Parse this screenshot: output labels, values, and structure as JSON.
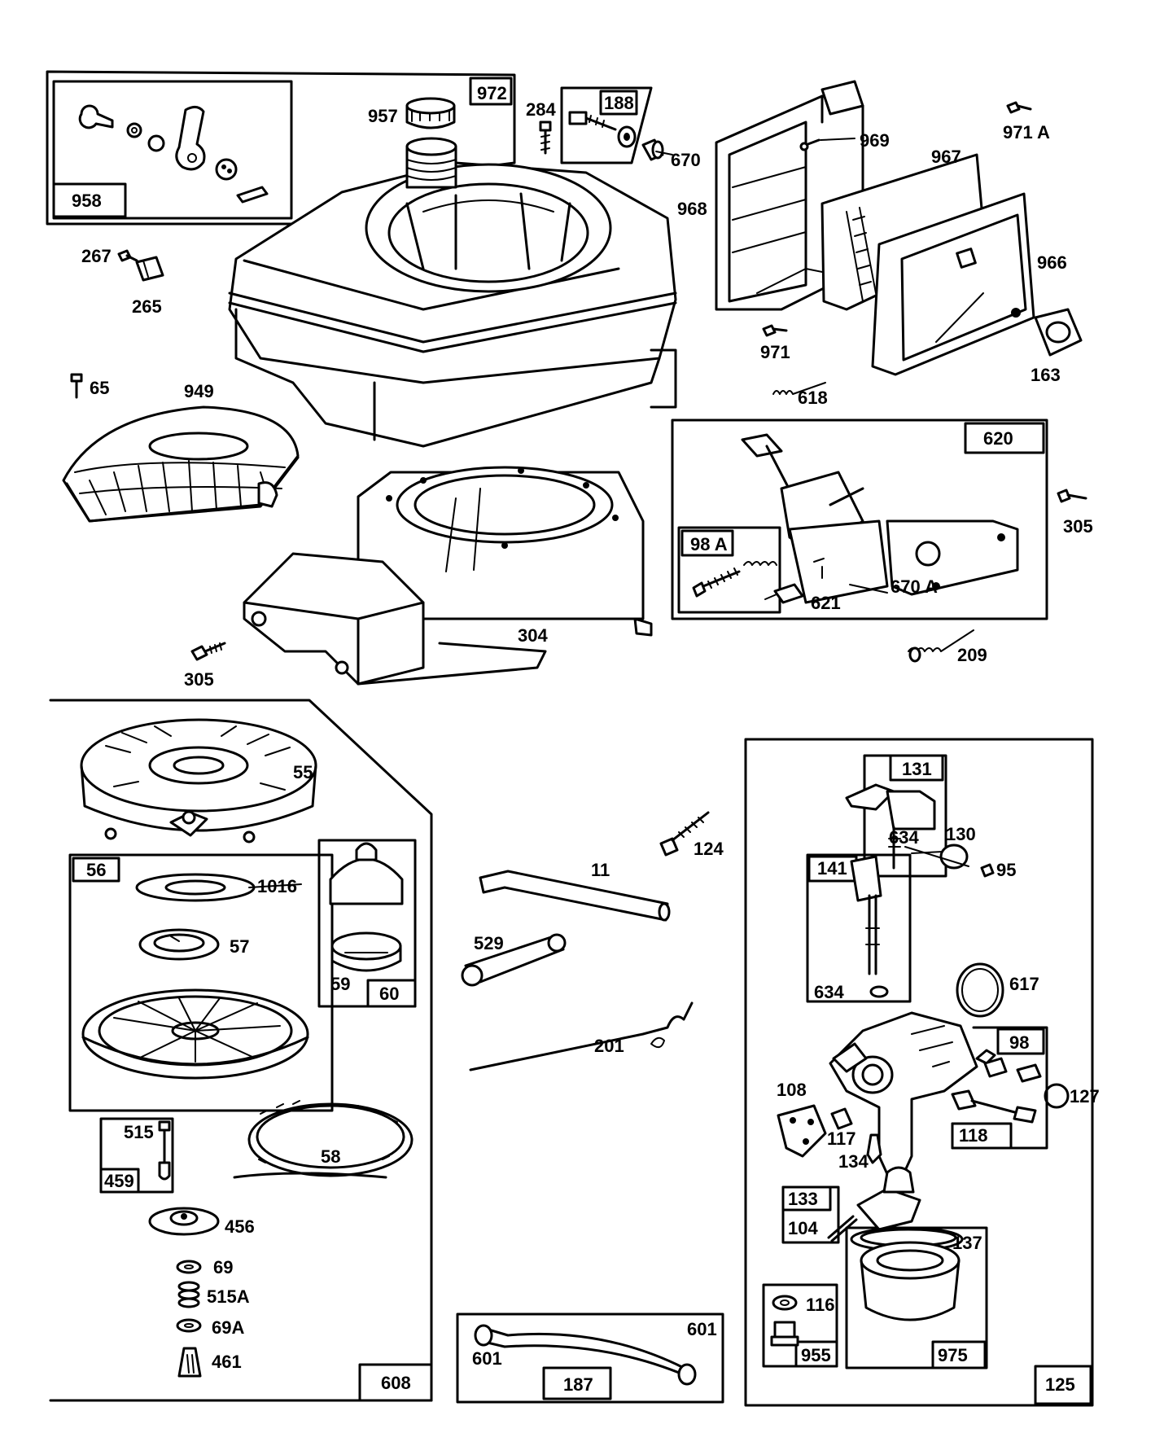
{
  "callouts": {
    "p972": "972",
    "p958": "958",
    "p957": "957",
    "p284": "284",
    "p188": "188",
    "p670": "670",
    "p969": "969",
    "p971a": "971 A",
    "p967": "967",
    "p968": "968",
    "p966": "966",
    "p267": "267",
    "p265": "265",
    "p971": "971",
    "p163": "163",
    "p618": "618",
    "p65": "65",
    "p949": "949",
    "p620": "620",
    "p305a": "305",
    "p98a": "98 A",
    "p670a": "670 A",
    "p621": "621",
    "p209": "209",
    "p304": "304",
    "p305b": "305",
    "p55": "55",
    "p56": "56",
    "p1016": "1016",
    "p57": "57",
    "p59": "59",
    "p60": "60",
    "p515": "515",
    "p459": "459",
    "p58": "58",
    "p456": "456",
    "p69": "69",
    "p515a": "515A",
    "p69a": "69A",
    "p461": "461",
    "p608": "608",
    "p124": "124",
    "p11": "11",
    "p529": "529",
    "p201": "201",
    "p601a": "601",
    "p601b": "601",
    "p187": "187",
    "p131": "131",
    "p634a": "634",
    "p130": "130",
    "p95": "95",
    "p141": "141",
    "p634b": "634",
    "p617": "617",
    "p98": "98",
    "p127": "127",
    "p108": "108",
    "p117": "117",
    "p118": "118",
    "p134": "134",
    "p133": "133",
    "p104": "104",
    "p137": "137",
    "p116": "116",
    "p955": "955",
    "p975": "975",
    "p125": "125"
  }
}
